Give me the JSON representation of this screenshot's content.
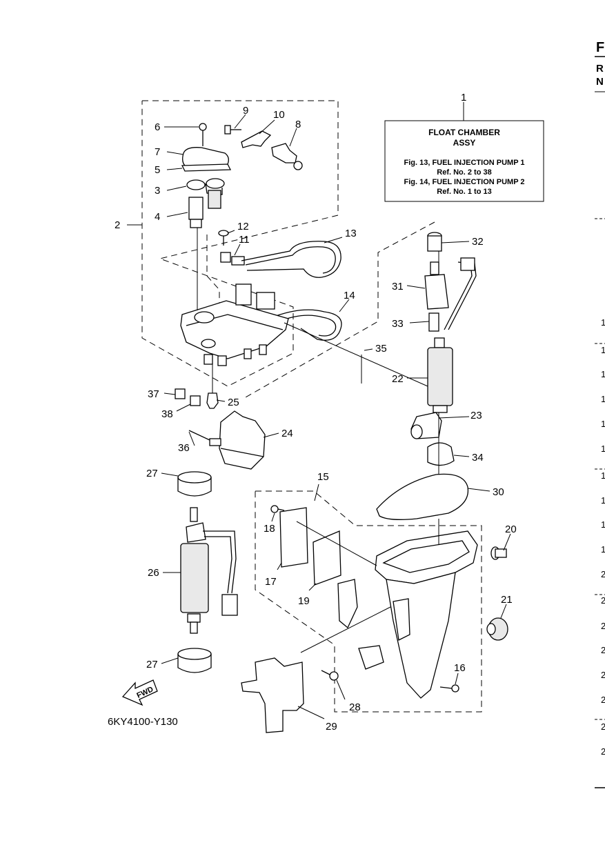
{
  "title_box": {
    "ref": "1",
    "title_line1": "FLOAT CHAMBER",
    "title_line2": "ASSY",
    "note_line1": "Fig. 13, FUEL INJECTION PUMP 1",
    "note_line2": "Ref. No. 2 to 38",
    "note_line3": "Fig. 14, FUEL INJECTION PUMP 2",
    "note_line4": "Ref. No. 1 to 13"
  },
  "figure_code": "6KY4100-Y130",
  "fwd_label": "FWD",
  "right_edge": {
    "header_letters": [
      "F",
      "R",
      "N"
    ],
    "row_digits": [
      "1",
      "1",
      "1",
      "1",
      "1",
      "1",
      "1",
      "1",
      "1",
      "1",
      "2",
      "2",
      "2",
      "2",
      "2",
      "2",
      "2",
      "2"
    ]
  },
  "callouts": [
    "1",
    "2",
    "3",
    "4",
    "5",
    "6",
    "7",
    "8",
    "9",
    "10",
    "11",
    "12",
    "13",
    "14",
    "15",
    "16",
    "17",
    "18",
    "19",
    "20",
    "21",
    "22",
    "23",
    "24",
    "25",
    "26",
    "27",
    "27",
    "28",
    "29",
    "30",
    "31",
    "32",
    "33",
    "34",
    "35",
    "36",
    "37",
    "38"
  ],
  "colors": {
    "ink": "#000000",
    "background": "#ffffff"
  }
}
